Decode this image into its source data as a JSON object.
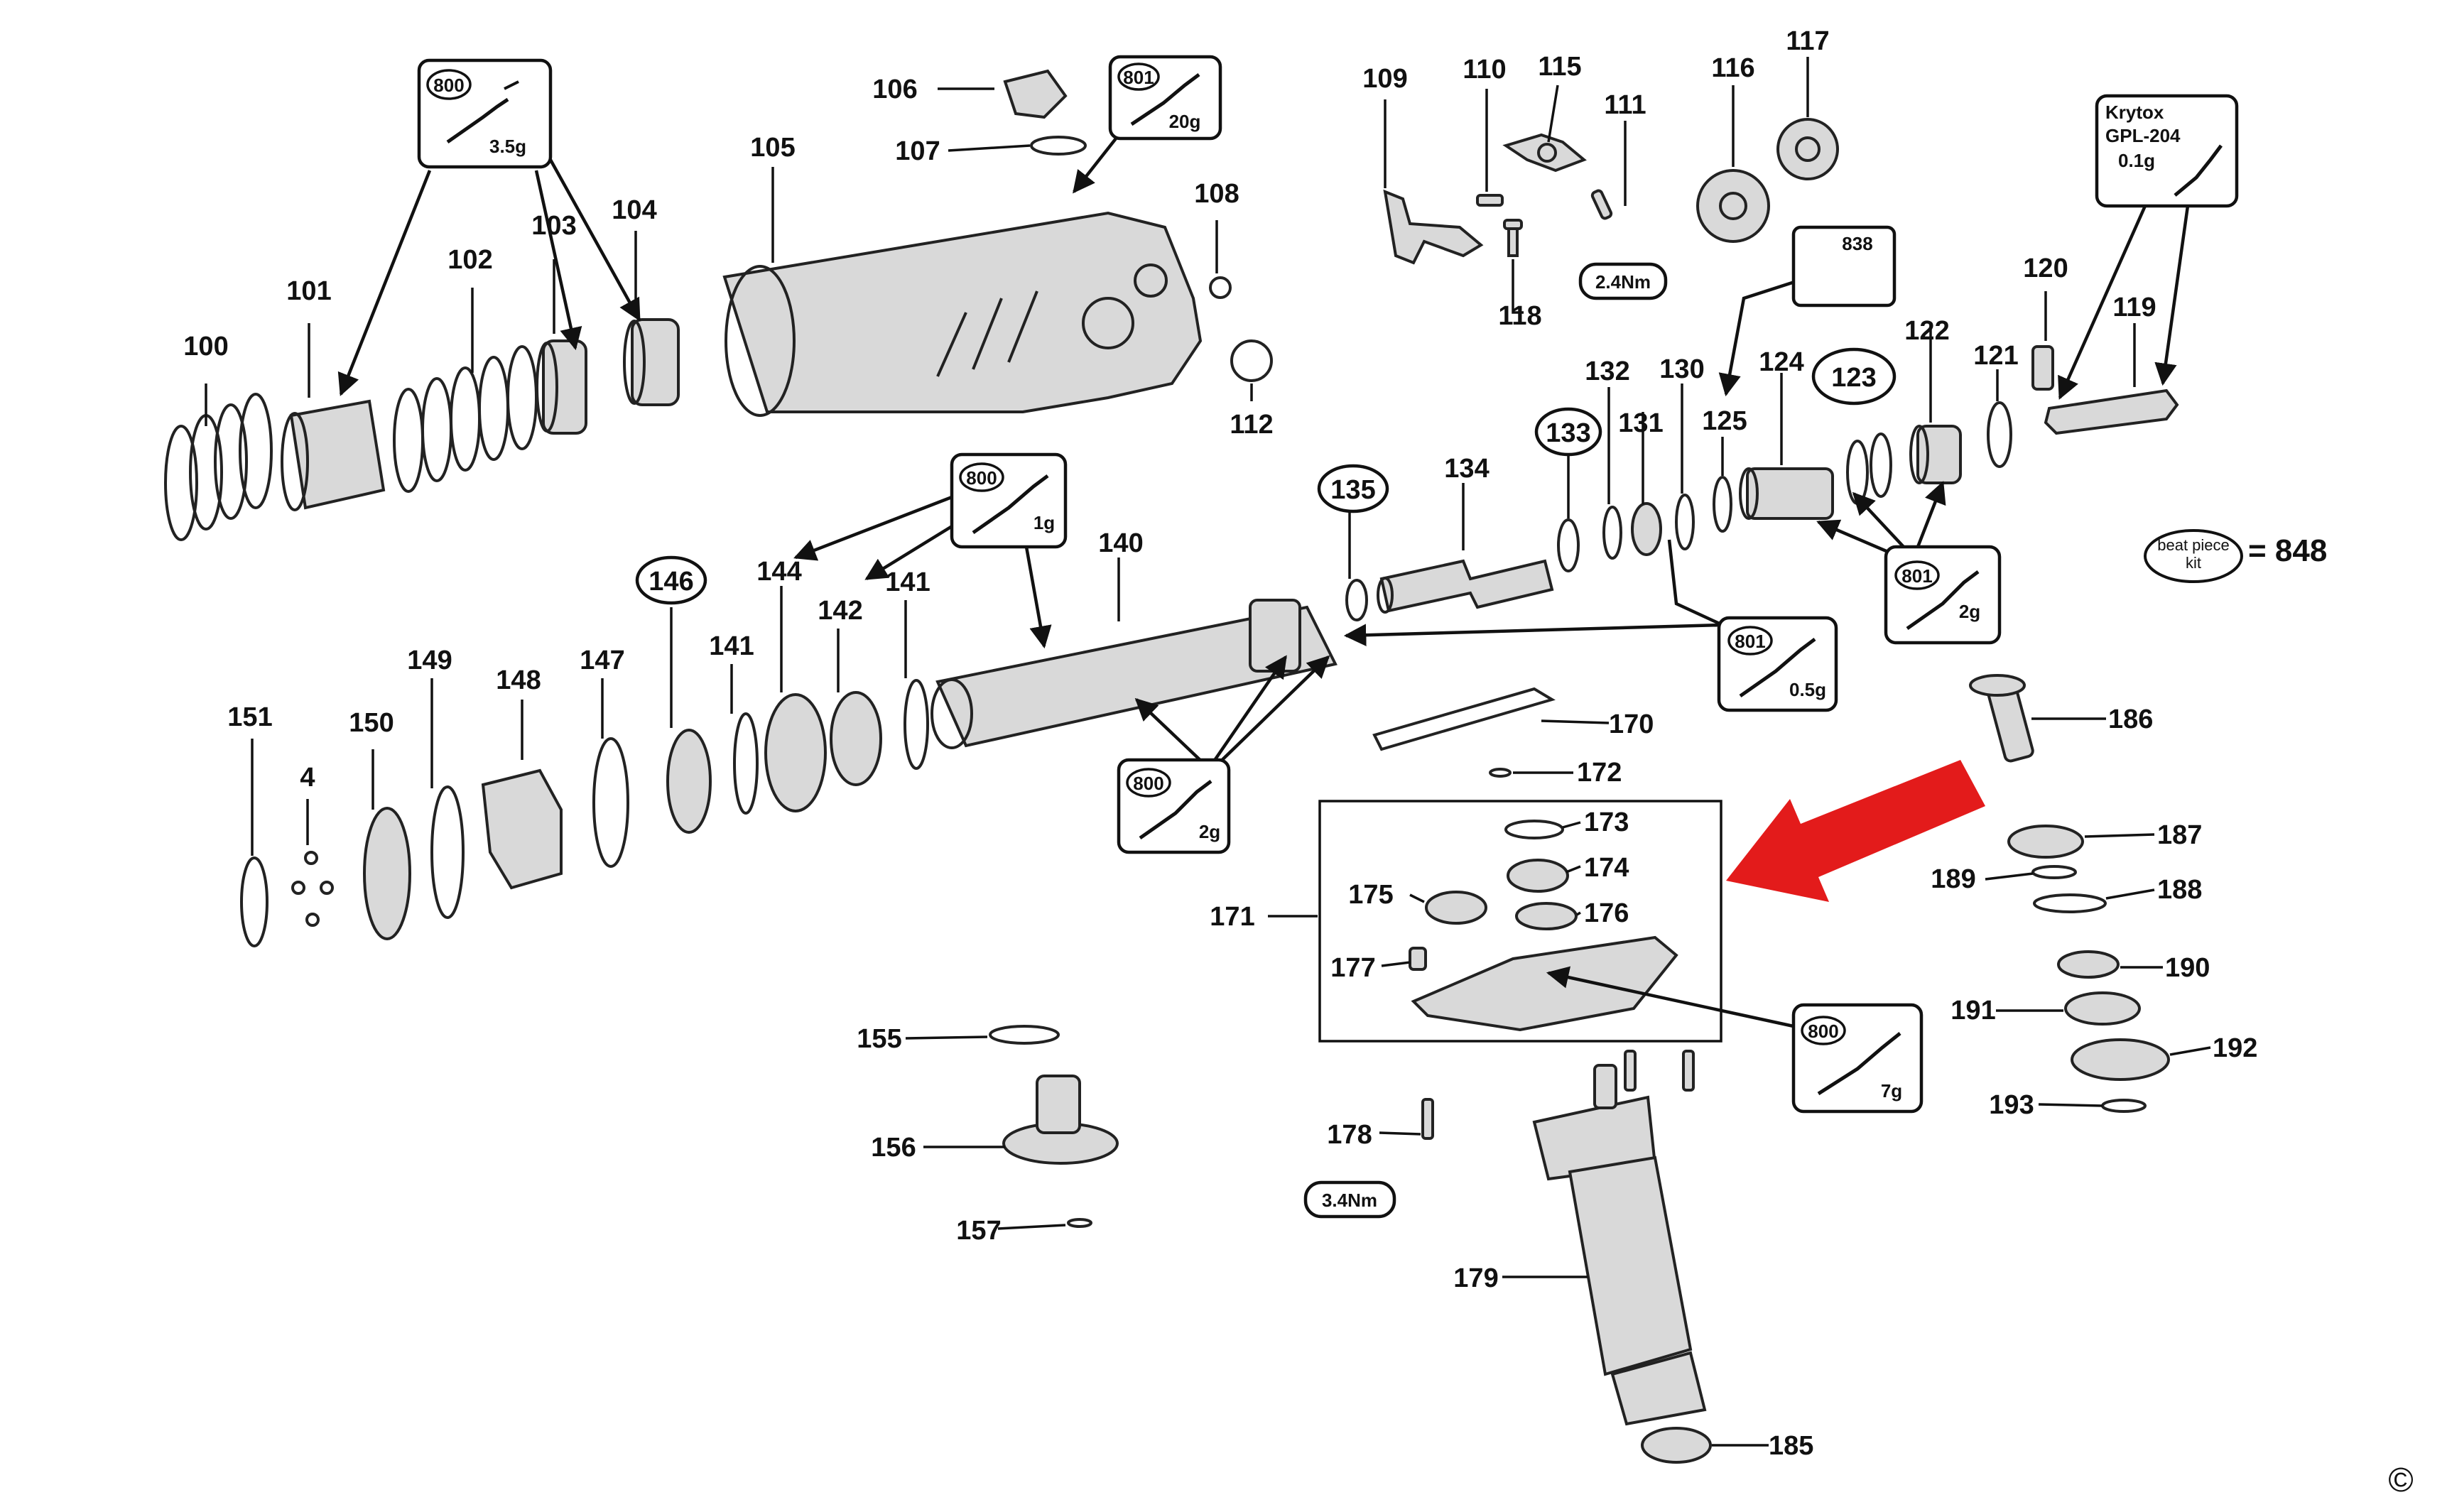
{
  "diagram": {
    "part_numbers": [
      "100",
      "101",
      "102",
      "103",
      "104",
      "105",
      "106",
      "107",
      "108",
      "109",
      "110",
      "111",
      "112",
      "115",
      "116",
      "117",
      "118",
      "119",
      "120",
      "121",
      "122",
      "124",
      "125",
      "130",
      "131",
      "132",
      "134",
      "140",
      "141",
      "141",
      "142",
      "144",
      "147",
      "148",
      "149",
      "150",
      "151",
      "4",
      "155",
      "156",
      "157",
      "170",
      "171",
      "172",
      "173",
      "174",
      "175",
      "176",
      "177",
      "178",
      "179",
      "185",
      "186",
      "187",
      "188",
      "189",
      "190",
      "191",
      "192",
      "193"
    ],
    "circled_numbers": [
      "123",
      "133",
      "135",
      "146"
    ],
    "grease_boxes": [
      {
        "code": "800",
        "amount": "3.5g"
      },
      {
        "code": "801",
        "amount": "20g"
      },
      {
        "code": "800",
        "amount": "1g"
      },
      {
        "code": "800",
        "amount": "2g"
      },
      {
        "code": "801",
        "amount": "0.5g"
      },
      {
        "code": "801",
        "amount": "2g"
      },
      {
        "code": "800",
        "amount": "7g"
      }
    ],
    "torque_labels": [
      "2.4Nm",
      "3.4Nm"
    ],
    "krytox": {
      "line1": "Krytox",
      "line2": "GPL-204",
      "line3": "0.1g"
    },
    "kit_box": {
      "code": "838"
    },
    "beat_piece_kit": {
      "line1": "beat piece",
      "line2": "kit",
      "equals": "= 848"
    },
    "copyright": "©"
  },
  "colors": {
    "arrow": "#e31b1b",
    "line": "#111111"
  }
}
